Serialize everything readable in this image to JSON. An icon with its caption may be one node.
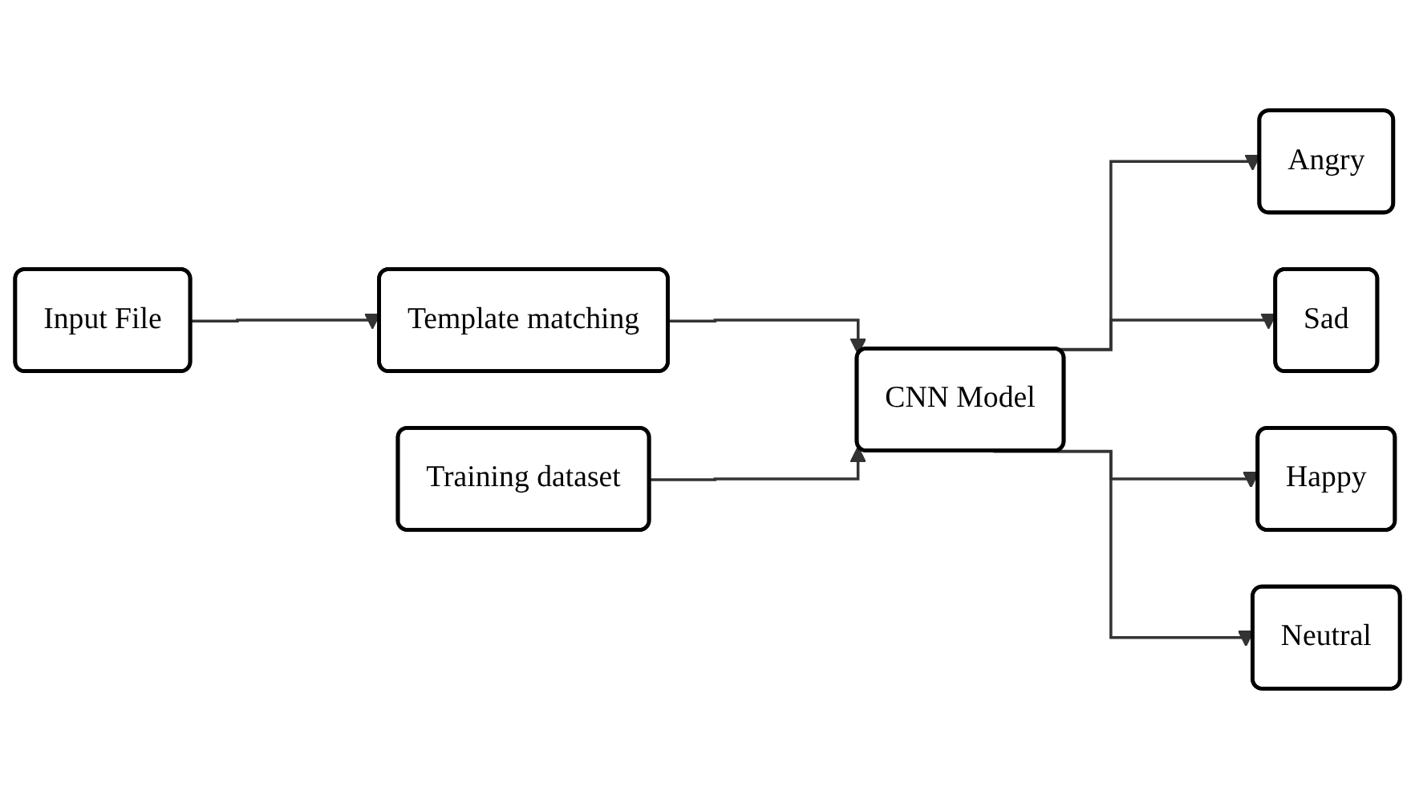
{
  "diagram": {
    "nodes": [
      {
        "text": [
          "Input File"
        ]
      },
      {
        "text": [
          "Template matching"
        ]
      },
      {
        "text": [
          "Training dataset"
        ]
      },
      {
        "text": [
          "CNN Model"
        ]
      },
      {
        "text": [
          "Angry"
        ]
      },
      {
        "text": [
          "Sad"
        ]
      },
      {
        "text": [
          "Happy"
        ]
      },
      {
        "text": [
          "Neutral"
        ]
      }
    ],
    "edges": [
      {
        "from": 0,
        "to": 1,
        "arrow": "to"
      },
      {
        "from": 1,
        "to": 3,
        "arrow": "to"
      },
      {
        "from": 2,
        "to": 3,
        "arrow": "to"
      },
      {
        "from": 3,
        "to": 4,
        "arrow": "to"
      },
      {
        "from": 3,
        "to": 5,
        "arrow": "to"
      },
      {
        "from": 3,
        "to": 6,
        "arrow": "to"
      },
      {
        "from": 3,
        "to": 7,
        "arrow": "to"
      }
    ]
  }
}
